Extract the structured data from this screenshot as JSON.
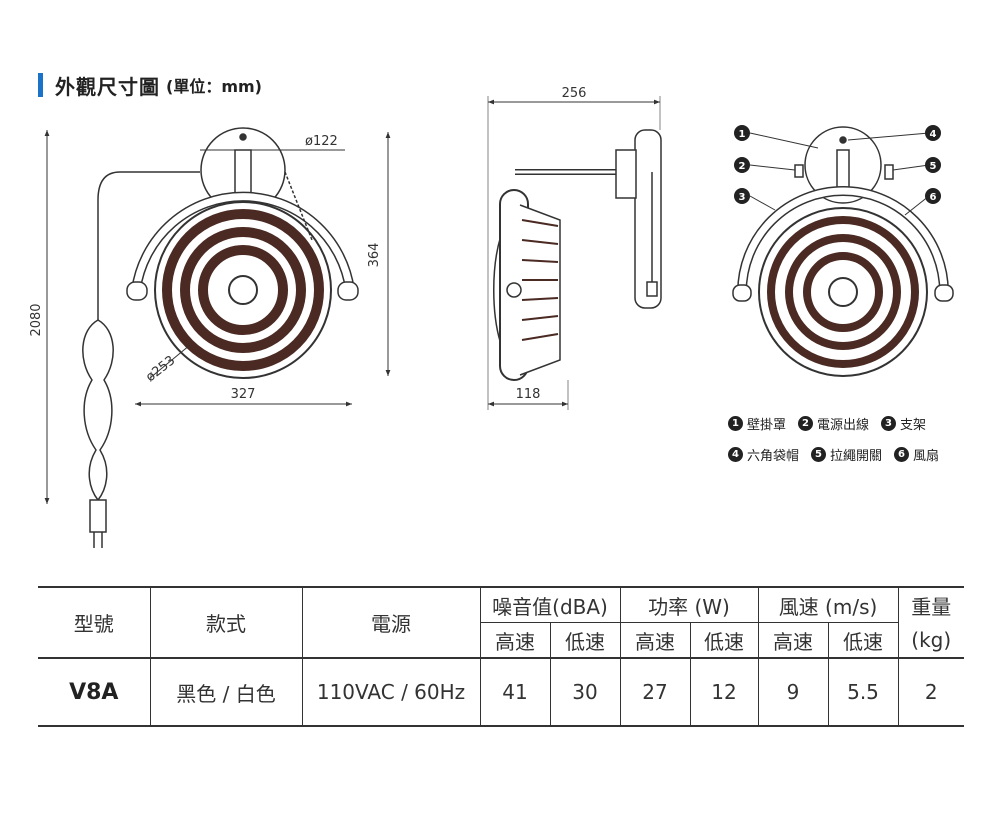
{
  "header": {
    "title": "外觀尺寸圖",
    "unit": "(單位：mm)"
  },
  "dimensions": {
    "cord_length": "2080",
    "mount_diameter": "ø122",
    "fan_diameter": "ø253",
    "front_width": "327",
    "front_height": "364",
    "side_depth_total": "256",
    "side_depth_body": "118"
  },
  "callouts": [
    "1",
    "2",
    "3",
    "4",
    "5",
    "6"
  ],
  "legend": {
    "row1": [
      {
        "num": "1",
        "label": "壁掛罩"
      },
      {
        "num": "2",
        "label": "電源出線"
      },
      {
        "num": "3",
        "label": "支架"
      }
    ],
    "row2": [
      {
        "num": "4",
        "label": "六角袋帽"
      },
      {
        "num": "5",
        "label": "拉繩開關"
      },
      {
        "num": "6",
        "label": "風扇"
      }
    ]
  },
  "table": {
    "headers": {
      "model": "型號",
      "style": "款式",
      "power": "電源",
      "noise": "噪音值(dBA)",
      "wattage": "功率 (W)",
      "wind": "風速 (m/s)",
      "weight_top": "重量",
      "weight_bottom": "(kg)",
      "high": "高速",
      "low": "低速"
    },
    "row": {
      "model": "V8A",
      "style": "黑色 / 白色",
      "power": "110VAC / 60Hz",
      "noise_high": "41",
      "noise_low": "30",
      "watt_high": "27",
      "watt_low": "12",
      "wind_high": "9",
      "wind_low": "5.5",
      "weight": "2"
    }
  }
}
